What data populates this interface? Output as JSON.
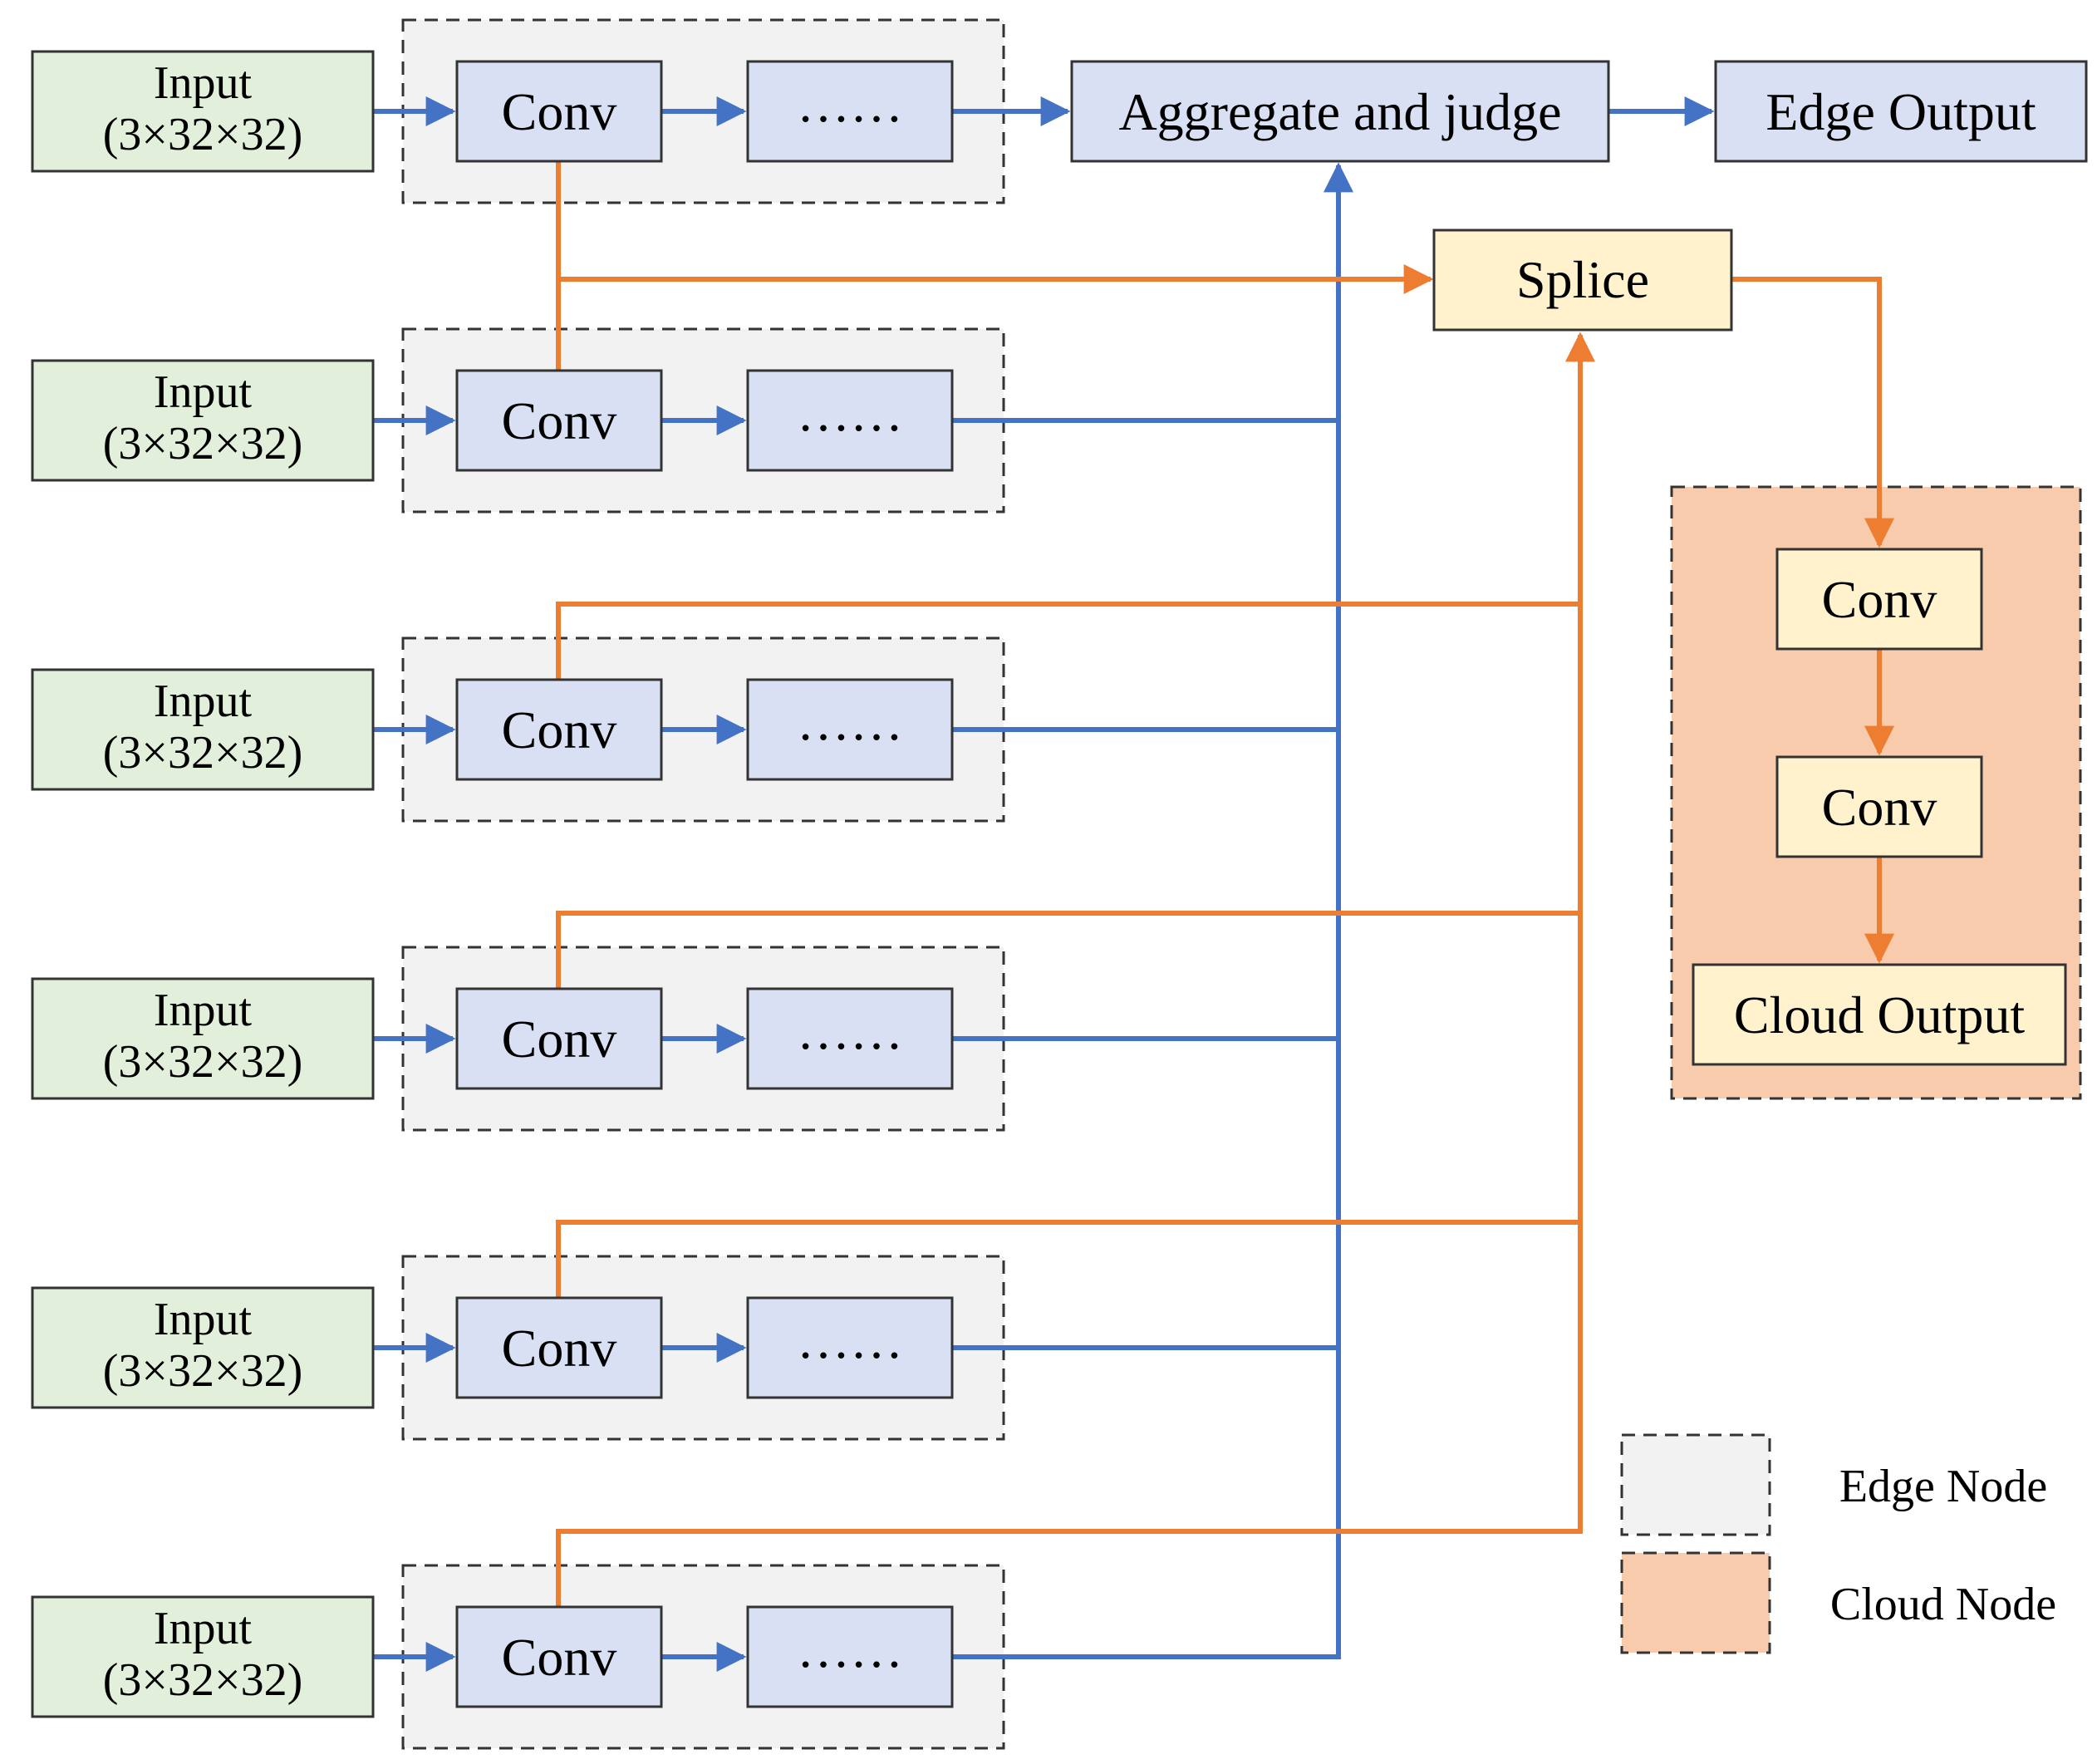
{
  "inputs": [
    {
      "line1": "Input",
      "line2": "(3×32×32)"
    },
    {
      "line1": "Input",
      "line2": "(3×32×32)"
    },
    {
      "line1": "Input",
      "line2": "(3×32×32)"
    },
    {
      "line1": "Input",
      "line2": "(3×32×32)"
    },
    {
      "line1": "Input",
      "line2": "(3×32×32)"
    },
    {
      "line1": "Input",
      "line2": "(3×32×32)"
    }
  ],
  "edge_conv_label": "Conv",
  "edge_ellipsis_label": "……",
  "aggregate_label": "Aggregate and judge",
  "edge_output_label": "Edge Output",
  "splice_label": "Splice",
  "cloud": {
    "conv1_label": "Conv",
    "conv2_label": "Conv",
    "output_label": "Cloud Output"
  },
  "legend": {
    "edge_node": "Edge Node",
    "cloud_node": "Cloud Node"
  },
  "colors": {
    "edge_link": "#4472c4",
    "cloud_link": "#ed7d31",
    "input_fill": "#e2efda",
    "block_fill": "#dae0f3",
    "cloud_block_fill": "#fff2cc",
    "edge_node_fill": "#f2f2f2",
    "cloud_node_fill": "#f8cbad"
  }
}
